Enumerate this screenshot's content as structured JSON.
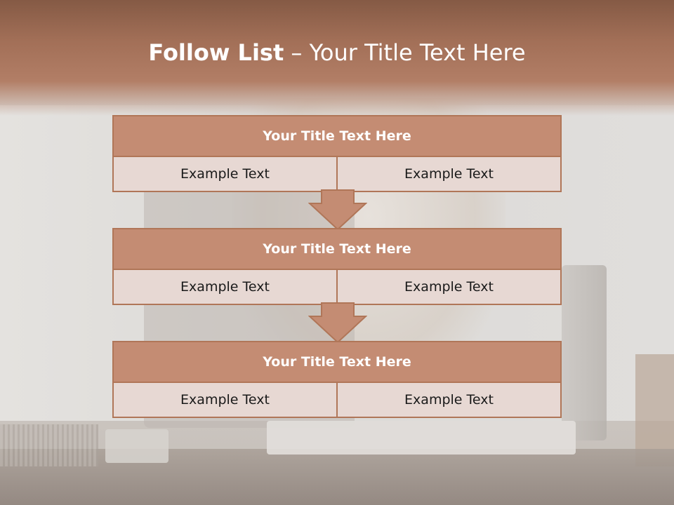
{
  "slide": {
    "title_bold": "Follow List",
    "title_rest": " – Your Title Text Here"
  },
  "blocks": [
    {
      "title": "Your Title Text Here",
      "left": "Example Text",
      "right": "Example Text"
    },
    {
      "title": "Your Title Text Here",
      "left": "Example Text",
      "right": "Example Text"
    },
    {
      "title": "Your Title Text Here",
      "left": "Example Text",
      "right": "Example Text"
    }
  ],
  "colors": {
    "header": "#a26f57",
    "box_header": "#c48c73",
    "box_body": "#e7d8d3",
    "border": "#b07658"
  },
  "icons": [
    "down-arrow-icon",
    "down-arrow-icon"
  ]
}
